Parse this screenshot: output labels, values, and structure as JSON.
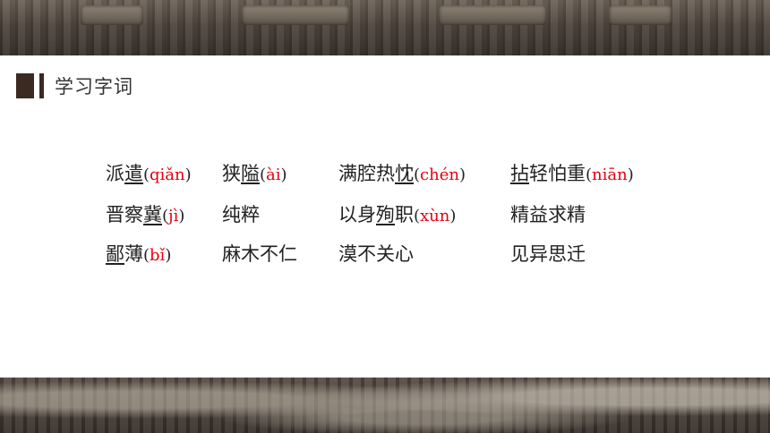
{
  "section_title": "学习字词",
  "words": [
    {
      "pre": "派",
      "u": "遣",
      "post": "",
      "pinyin": "qiǎn"
    },
    {
      "pre": "狭",
      "u": "隘",
      "post": "",
      "pinyin": "ài"
    },
    {
      "pre": "满腔热",
      "u": "忱",
      "post": "",
      "pinyin": "chén"
    },
    {
      "pre": "",
      "u": "拈",
      "post": "轻怕重",
      "pinyin": "niān"
    },
    {
      "pre": "晋察",
      "u": "冀",
      "post": "",
      "pinyin": "jì"
    },
    {
      "pre": "纯粹",
      "u": "",
      "post": "",
      "pinyin": ""
    },
    {
      "pre": "以身",
      "u": "殉",
      "post": "职",
      "pinyin": "xùn"
    },
    {
      "pre": "精益求精",
      "u": "",
      "post": "",
      "pinyin": ""
    },
    {
      "pre": "",
      "u": "鄙",
      "post": "薄",
      "pinyin": "bǐ"
    },
    {
      "pre": "麻木不仁",
      "u": "",
      "post": "",
      "pinyin": ""
    },
    {
      "pre": "漠不关心",
      "u": "",
      "post": "",
      "pinyin": ""
    },
    {
      "pre": "见异思迁",
      "u": "",
      "post": "",
      "pinyin": ""
    }
  ],
  "colors": {
    "accent_marker": "#3b2a22",
    "pinyin": "#e60012"
  }
}
